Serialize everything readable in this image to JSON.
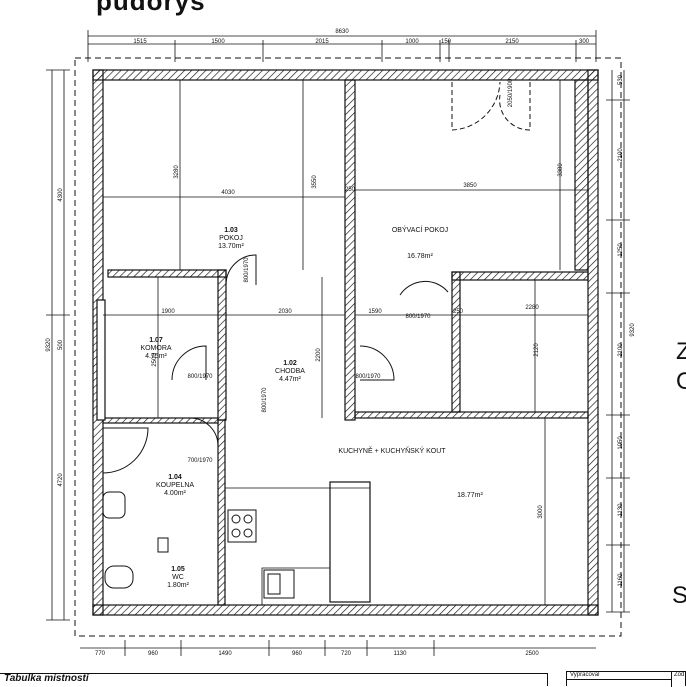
{
  "title": "půdorys",
  "side_letters": [
    "Z",
    "O",
    "S"
  ],
  "rooms": [
    {
      "id": "room-1-03",
      "number": "1.03",
      "name": "POKOJ",
      "area": "13.70m²"
    },
    {
      "id": "room-obyvaci",
      "number": "",
      "name": "OBÝVACÍ POKOJ",
      "area": "16.78m²"
    },
    {
      "id": "room-1-07",
      "number": "1.07",
      "name": "KOMORA",
      "area": "4.75m²"
    },
    {
      "id": "room-1-02",
      "number": "1.02",
      "name": "CHODBA",
      "area": "4.47m²"
    },
    {
      "id": "room-kuchyne",
      "number": "",
      "name": "KUCHYNĚ + KUCHYŇSKÝ KOUT",
      "area": "18.77m²"
    },
    {
      "id": "room-1-04",
      "number": "1.04",
      "name": "KOUPELNA",
      "area": "4.00m²"
    },
    {
      "id": "room-1-05",
      "number": "1.05",
      "name": "WC",
      "area": "1.80m²"
    }
  ],
  "dimensions": {
    "top_total": "8630",
    "top_segments": [
      "1515",
      "1500",
      "2015",
      "1000",
      "150",
      "2150",
      "300"
    ],
    "bottom_segments": [
      "770",
      "960",
      "1490",
      "960",
      "720",
      "1130",
      "2500"
    ],
    "left_outer": [
      "9320",
      "4300",
      "4720"
    ],
    "left_inner": [
      "500"
    ],
    "right_segments": [
      "530",
      "2100",
      "1250",
      "2100",
      "1050",
      "1130",
      "1160"
    ],
    "right_total": "9320",
    "interior": [
      "3280",
      "3550",
      "4030",
      "3850",
      "3380",
      "1900",
      "2030",
      "2500",
      "2200",
      "1590",
      "250",
      "2280",
      "2120",
      "3000",
      "250"
    ],
    "doors": [
      "800/1970",
      "800/1970",
      "800/1970",
      "800/1970",
      "700/1970",
      "800/1970",
      "2050/1900"
    ]
  },
  "legend": {
    "left": "Tabulka místností",
    "right_top": "Vypracoval",
    "right_col": "Zod"
  }
}
